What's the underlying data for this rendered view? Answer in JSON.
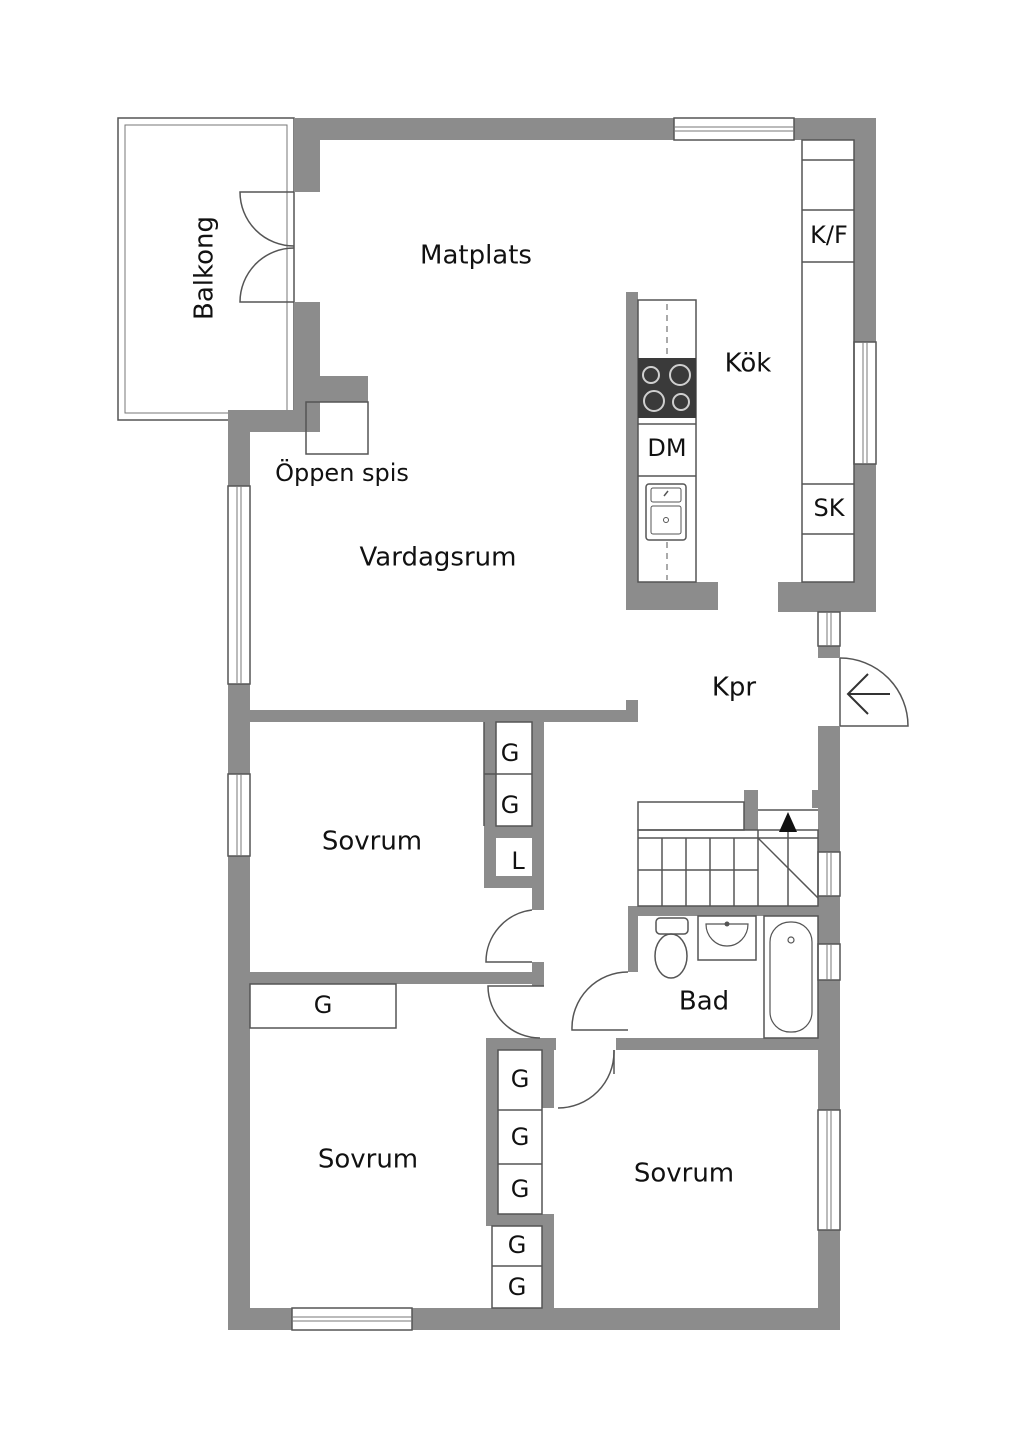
{
  "colors": {
    "wall": "#8c8c8c",
    "line": "#555555",
    "background": "#ffffff",
    "hob": "#3a3a3a"
  },
  "rooms": {
    "balkong": "Balkong",
    "matplats": "Matplats",
    "kok": "Kök",
    "oppen_spis": "Öppen spis",
    "vardagsrum": "Vardagsrum",
    "kpr": "Kpr",
    "sovrum_1": "Sovrum",
    "sovrum_2": "Sovrum",
    "sovrum_3": "Sovrum",
    "bad": "Bad"
  },
  "fixtures": {
    "kf": "K/F",
    "sk": "SK",
    "dm": "DM",
    "g1": "G",
    "g2": "G",
    "l": "L",
    "g3": "G",
    "g4": "G",
    "g5": "G",
    "g6": "G",
    "g7": "G",
    "g8": "G"
  },
  "icons": {
    "entrance": "arrow-left-icon",
    "stairs": "arrow-up-icon",
    "hob": "stove-icon",
    "sink": "kitchen-sink-icon",
    "toilet": "toilet-icon",
    "washbasin": "washbasin-icon",
    "bathtub": "bathtub-icon"
  }
}
